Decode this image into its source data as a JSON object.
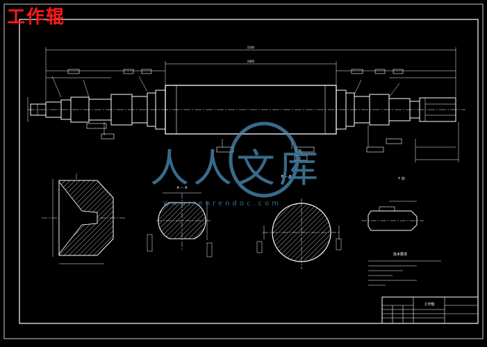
{
  "page_title": "工作辊",
  "views": {
    "section_label_a": "A — A",
    "section_label_b": "B — B",
    "direction_view": "F 向"
  },
  "dimensions": {
    "overall_length": "5500",
    "barrel_length": "2800"
  },
  "technical_requirements": {
    "heading": "技术要求"
  },
  "title_block": {
    "part_name": "工作辊"
  },
  "watermark": {
    "chars": "人人文库",
    "url": "www.renrendoc.com"
  },
  "colors": {
    "background": "#000000",
    "line": "#ffffff",
    "accent": "#ff1a1a",
    "watermark": "#4a8fb8"
  }
}
